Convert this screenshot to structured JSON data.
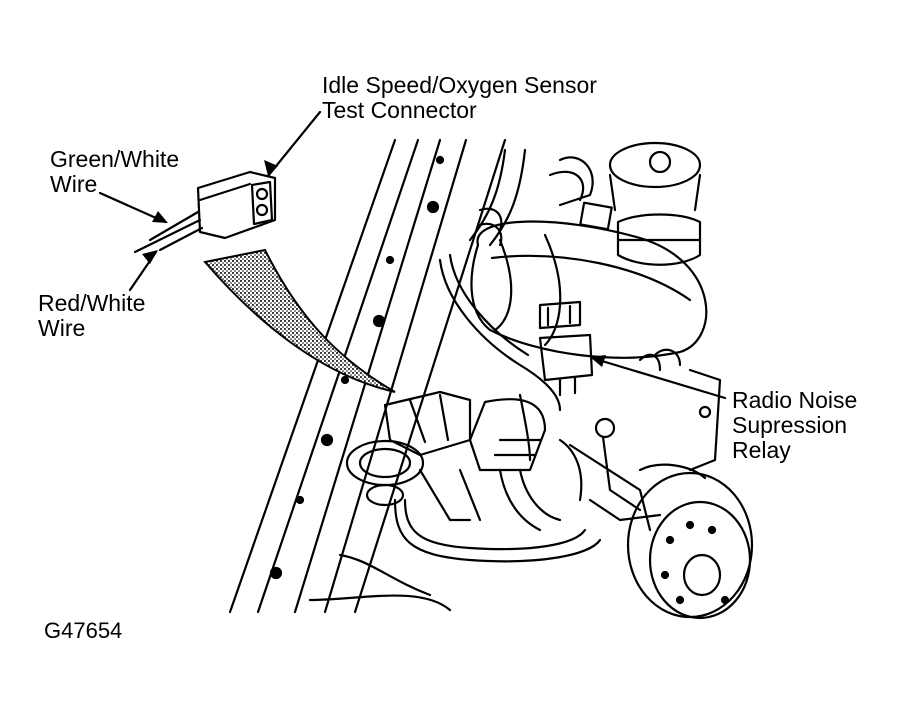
{
  "labels": {
    "idle_connector": [
      "Idle Speed/Oxygen Sensor",
      "Test Connector"
    ],
    "green_white_wire": [
      "Green/White",
      "Wire"
    ],
    "red_white_wire": [
      "Red/White",
      "Wire"
    ],
    "radio_relay": [
      "Radio Noise",
      "Supression",
      "Relay"
    ],
    "figure_code": "G47654"
  }
}
